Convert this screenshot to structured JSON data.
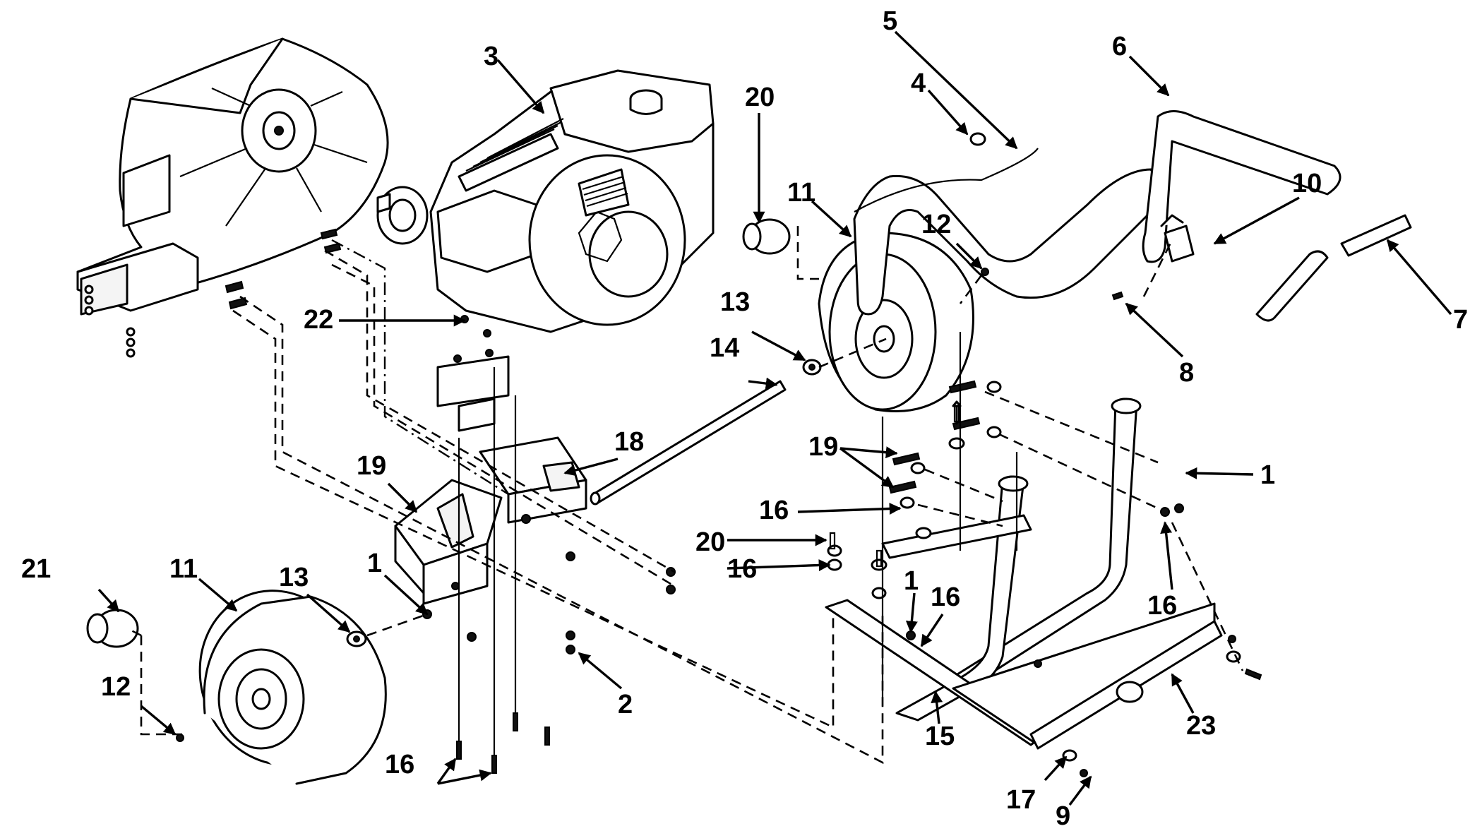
{
  "callouts": [
    {
      "id": "c1a",
      "text": "1"
    },
    {
      "id": "c1b",
      "text": "1"
    },
    {
      "id": "c1c",
      "text": "1"
    },
    {
      "id": "c2",
      "text": "2"
    },
    {
      "id": "c3",
      "text": "3"
    },
    {
      "id": "c4",
      "text": "4"
    },
    {
      "id": "c5",
      "text": "5"
    },
    {
      "id": "c6",
      "text": "6"
    },
    {
      "id": "c7",
      "text": "7"
    },
    {
      "id": "c8",
      "text": "8"
    },
    {
      "id": "c9",
      "text": "9"
    },
    {
      "id": "c10",
      "text": "10"
    },
    {
      "id": "c11a",
      "text": "11"
    },
    {
      "id": "c11b",
      "text": "11"
    },
    {
      "id": "c12a",
      "text": "12"
    },
    {
      "id": "c12b",
      "text": "12"
    },
    {
      "id": "c13a",
      "text": "13"
    },
    {
      "id": "c13b",
      "text": "13"
    },
    {
      "id": "c14",
      "text": "14"
    },
    {
      "id": "c15",
      "text": "15"
    },
    {
      "id": "c16a",
      "text": "16"
    },
    {
      "id": "c16b",
      "text": "16"
    },
    {
      "id": "c16c",
      "text": "16"
    },
    {
      "id": "c16d",
      "text": "16"
    },
    {
      "id": "c16e",
      "text": "16"
    },
    {
      "id": "c17",
      "text": "17"
    },
    {
      "id": "c18",
      "text": "18"
    },
    {
      "id": "c19a",
      "text": "19"
    },
    {
      "id": "c19b",
      "text": "19"
    },
    {
      "id": "c20a",
      "text": "20"
    },
    {
      "id": "c20b",
      "text": "20"
    },
    {
      "id": "c21",
      "text": "21"
    },
    {
      "id": "c22",
      "text": "22"
    },
    {
      "id": "c23",
      "text": "23"
    }
  ]
}
